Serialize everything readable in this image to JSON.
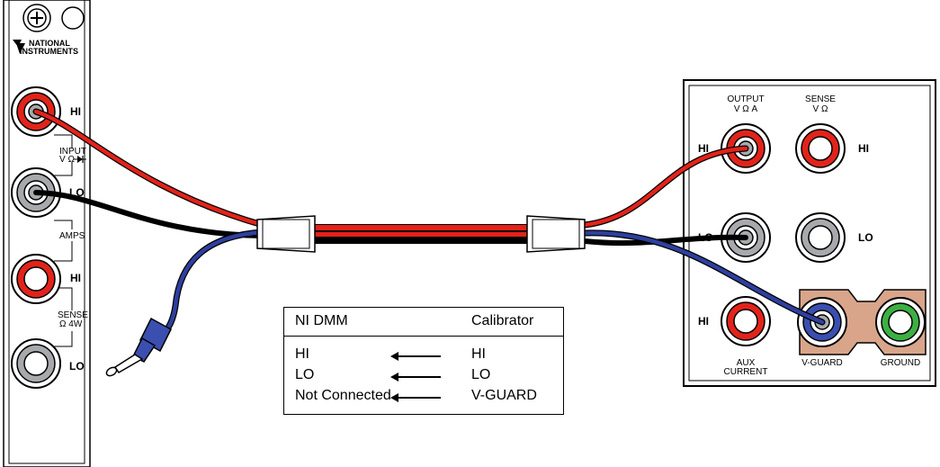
{
  "dmm": {
    "brand_line1": "NATIONAL",
    "brand_line2": "INSTRUMENTS",
    "hi_label": "HI",
    "lo_label": "LO",
    "input_label": "INPUT",
    "input_sub": "V Ω",
    "amps_label": "AMPS",
    "amps_hi_label": "HI",
    "sense_label": "SENSE",
    "sense_sub": "Ω 4W",
    "sense_lo_label": "LO"
  },
  "calibrator": {
    "output_label": "OUTPUT",
    "output_sub": "V Ω A",
    "sense_label": "SENSE",
    "sense_sub": "V Ω",
    "out_hi": "HI",
    "sense_hi": "HI",
    "out_lo": "LO",
    "sense_lo": "LO",
    "aux_hi": "HI",
    "aux_label1": "AUX",
    "aux_label2": "CURRENT",
    "vguard_label": "V-GUARD",
    "ground_label": "GROUND"
  },
  "legend": {
    "col1_header": "NI DMM",
    "col2_header": "Calibrator",
    "rows": [
      {
        "left": "HI",
        "right": "HI"
      },
      {
        "left": "LO",
        "right": "LO"
      },
      {
        "left": "Not Connected",
        "right": "V-GUARD"
      }
    ]
  },
  "colors": {
    "red_wire": "#e2231a",
    "black_wire": "#000000",
    "blue_wire": "#2e3f9e",
    "jack_red": "#e2231a",
    "jack_gray": "#a7a9ac",
    "jack_blue": "#3a4fb0",
    "jack_green": "#3cb043",
    "guard_plate": "#d9a58a",
    "panel_gray": "#b3b3b3"
  }
}
